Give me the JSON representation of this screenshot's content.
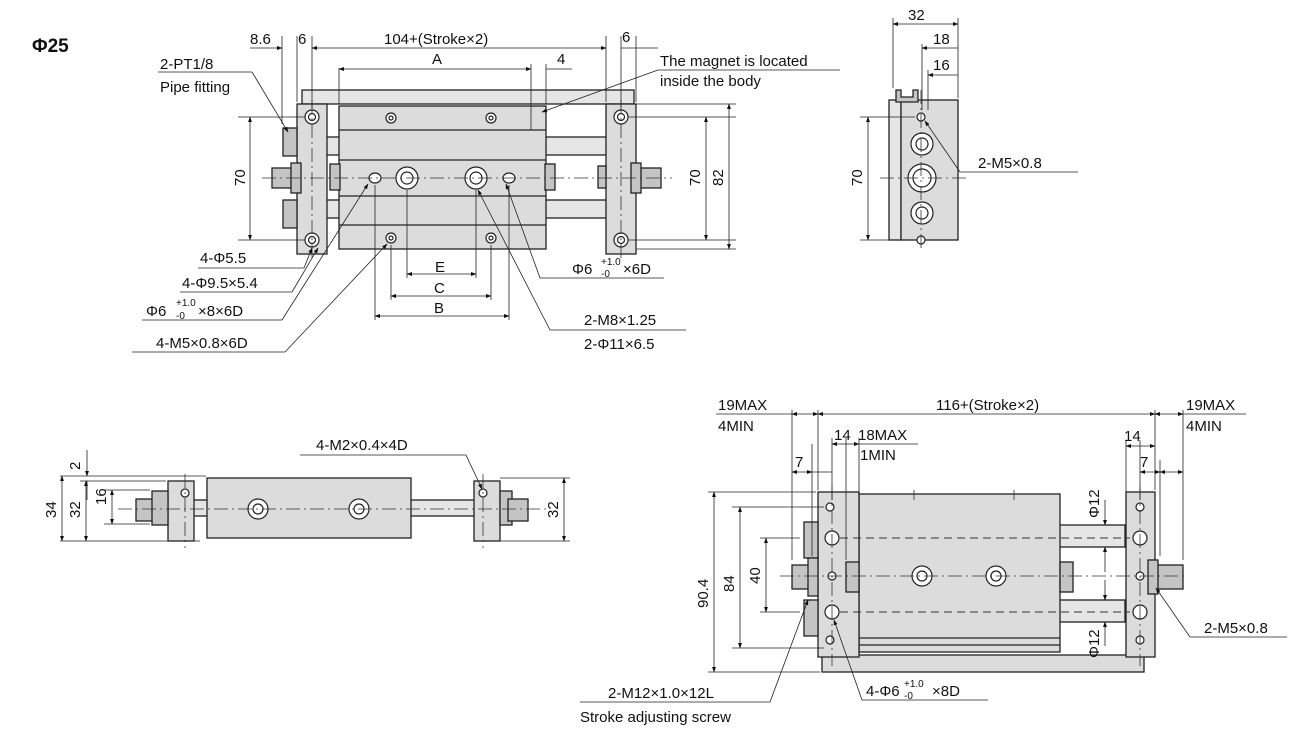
{
  "title": "Φ25",
  "top_view": {
    "dims": {
      "d8_6": "8.6",
      "d6_left": "6",
      "d104": "104+(Stroke×2)",
      "d6_right": "6",
      "dA": "A",
      "d4": "4",
      "d70_left": "70",
      "d70_right": "70",
      "d82": "82",
      "dE": "E",
      "dC": "C",
      "dB": "B"
    },
    "labels": {
      "pipe_fitting_1": "2-PT1/8",
      "pipe_fitting_2": "Pipe fitting",
      "magnet_1": "The magnet is located",
      "magnet_2": "inside the body",
      "hole_55": "4-Φ5.5",
      "hole_95": "4-Φ9.5×5.4",
      "phi6_left_a": "Φ6",
      "phi6_left_sup": "+1.0",
      "phi6_left_sub": "-0",
      "phi6_left_b": "×8×6D",
      "m5_left": "4-M5×0.8×6D",
      "phi6_right_a": "Φ6",
      "phi6_right_sup": "+1.0",
      "phi6_right_sub": "-0",
      "phi6_right_b": "×6D",
      "m8": "2-M8×1.25",
      "phi11": "2-Φ11×6.5"
    }
  },
  "end_view": {
    "dims": {
      "d32": "32",
      "d18": "18",
      "d16": "16",
      "d70": "70"
    },
    "labels": {
      "m5": "2-M5×0.8"
    }
  },
  "side_view": {
    "dims": {
      "d2": "2",
      "d34": "34",
      "d32_left": "32",
      "d16": "16",
      "d32_right": "32"
    },
    "labels": {
      "m2": "4-M2×0.4×4D"
    }
  },
  "bottom_view": {
    "dims": {
      "max19_left": "19MAX",
      "min4_left": "4MIN",
      "d116": "116+(Stroke×2)",
      "max19_right": "19MAX",
      "min4_right": "4MIN",
      "d14_left": "14",
      "max18": "18MAX",
      "min1": "1MIN",
      "d7_left": "7",
      "d14_right": "14",
      "d7_right": "7",
      "d90_4": "90.4",
      "d84": "84",
      "d40": "40",
      "phi12_top": "Φ12",
      "phi12_bottom": "Φ12"
    },
    "labels": {
      "m5": "2-M5×0.8",
      "m12": "2-M12×1.0×12L",
      "stroke_screw": "Stroke adjusting screw",
      "phi6_a": "4-Φ6",
      "phi6_sup": "+1.0",
      "phi6_sub": "-0",
      "phi6_b": "×8D"
    }
  }
}
